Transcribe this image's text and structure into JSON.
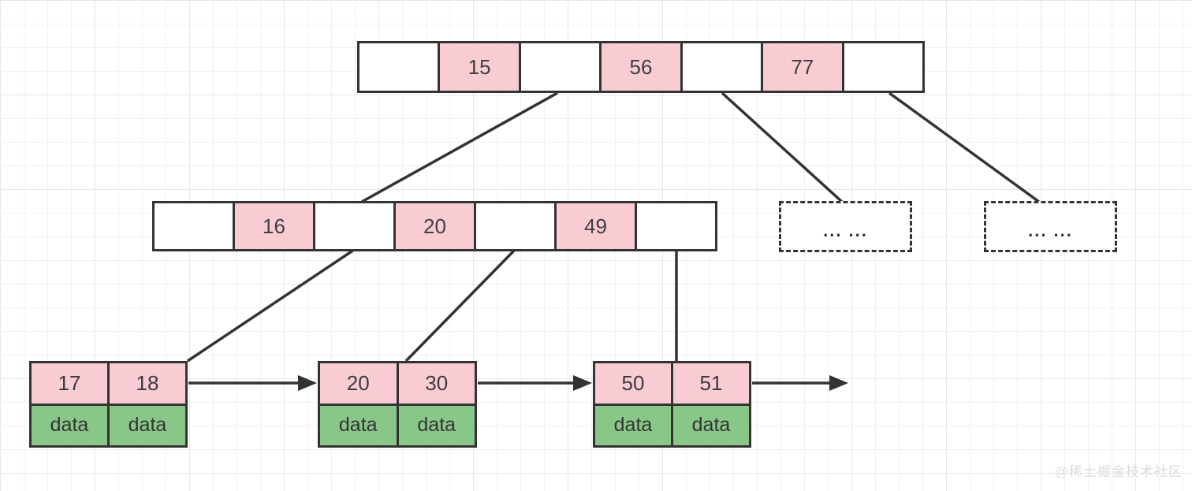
{
  "diagram": {
    "kind": "b-plus-tree",
    "root_node": {
      "cells": [
        "",
        "15",
        "",
        "56",
        "",
        "77",
        ""
      ],
      "highlighted_indexes": [
        1,
        3,
        5
      ]
    },
    "internal_node": {
      "cells": [
        "",
        "16",
        "",
        "20",
        "",
        "49",
        ""
      ],
      "highlighted_indexes": [
        1,
        3,
        5
      ]
    },
    "dashed_nodes": [
      {
        "label": "... ..."
      },
      {
        "label": "... ..."
      }
    ],
    "leaf_nodes": [
      {
        "keys": [
          "17",
          "18"
        ],
        "data": [
          "data",
          "data"
        ]
      },
      {
        "keys": [
          "20",
          "30"
        ],
        "data": [
          "data",
          "data"
        ]
      },
      {
        "keys": [
          "50",
          "51"
        ],
        "data": [
          "data",
          "data"
        ]
      }
    ],
    "colors": {
      "key_cell_fill": "#f9cbd2",
      "data_cell_fill": "#88c788",
      "stroke": "#333333",
      "grid_line": "#f1f1f1",
      "watermark": "#dcdcdc"
    },
    "watermark": "@稀土掘金技术社区"
  }
}
